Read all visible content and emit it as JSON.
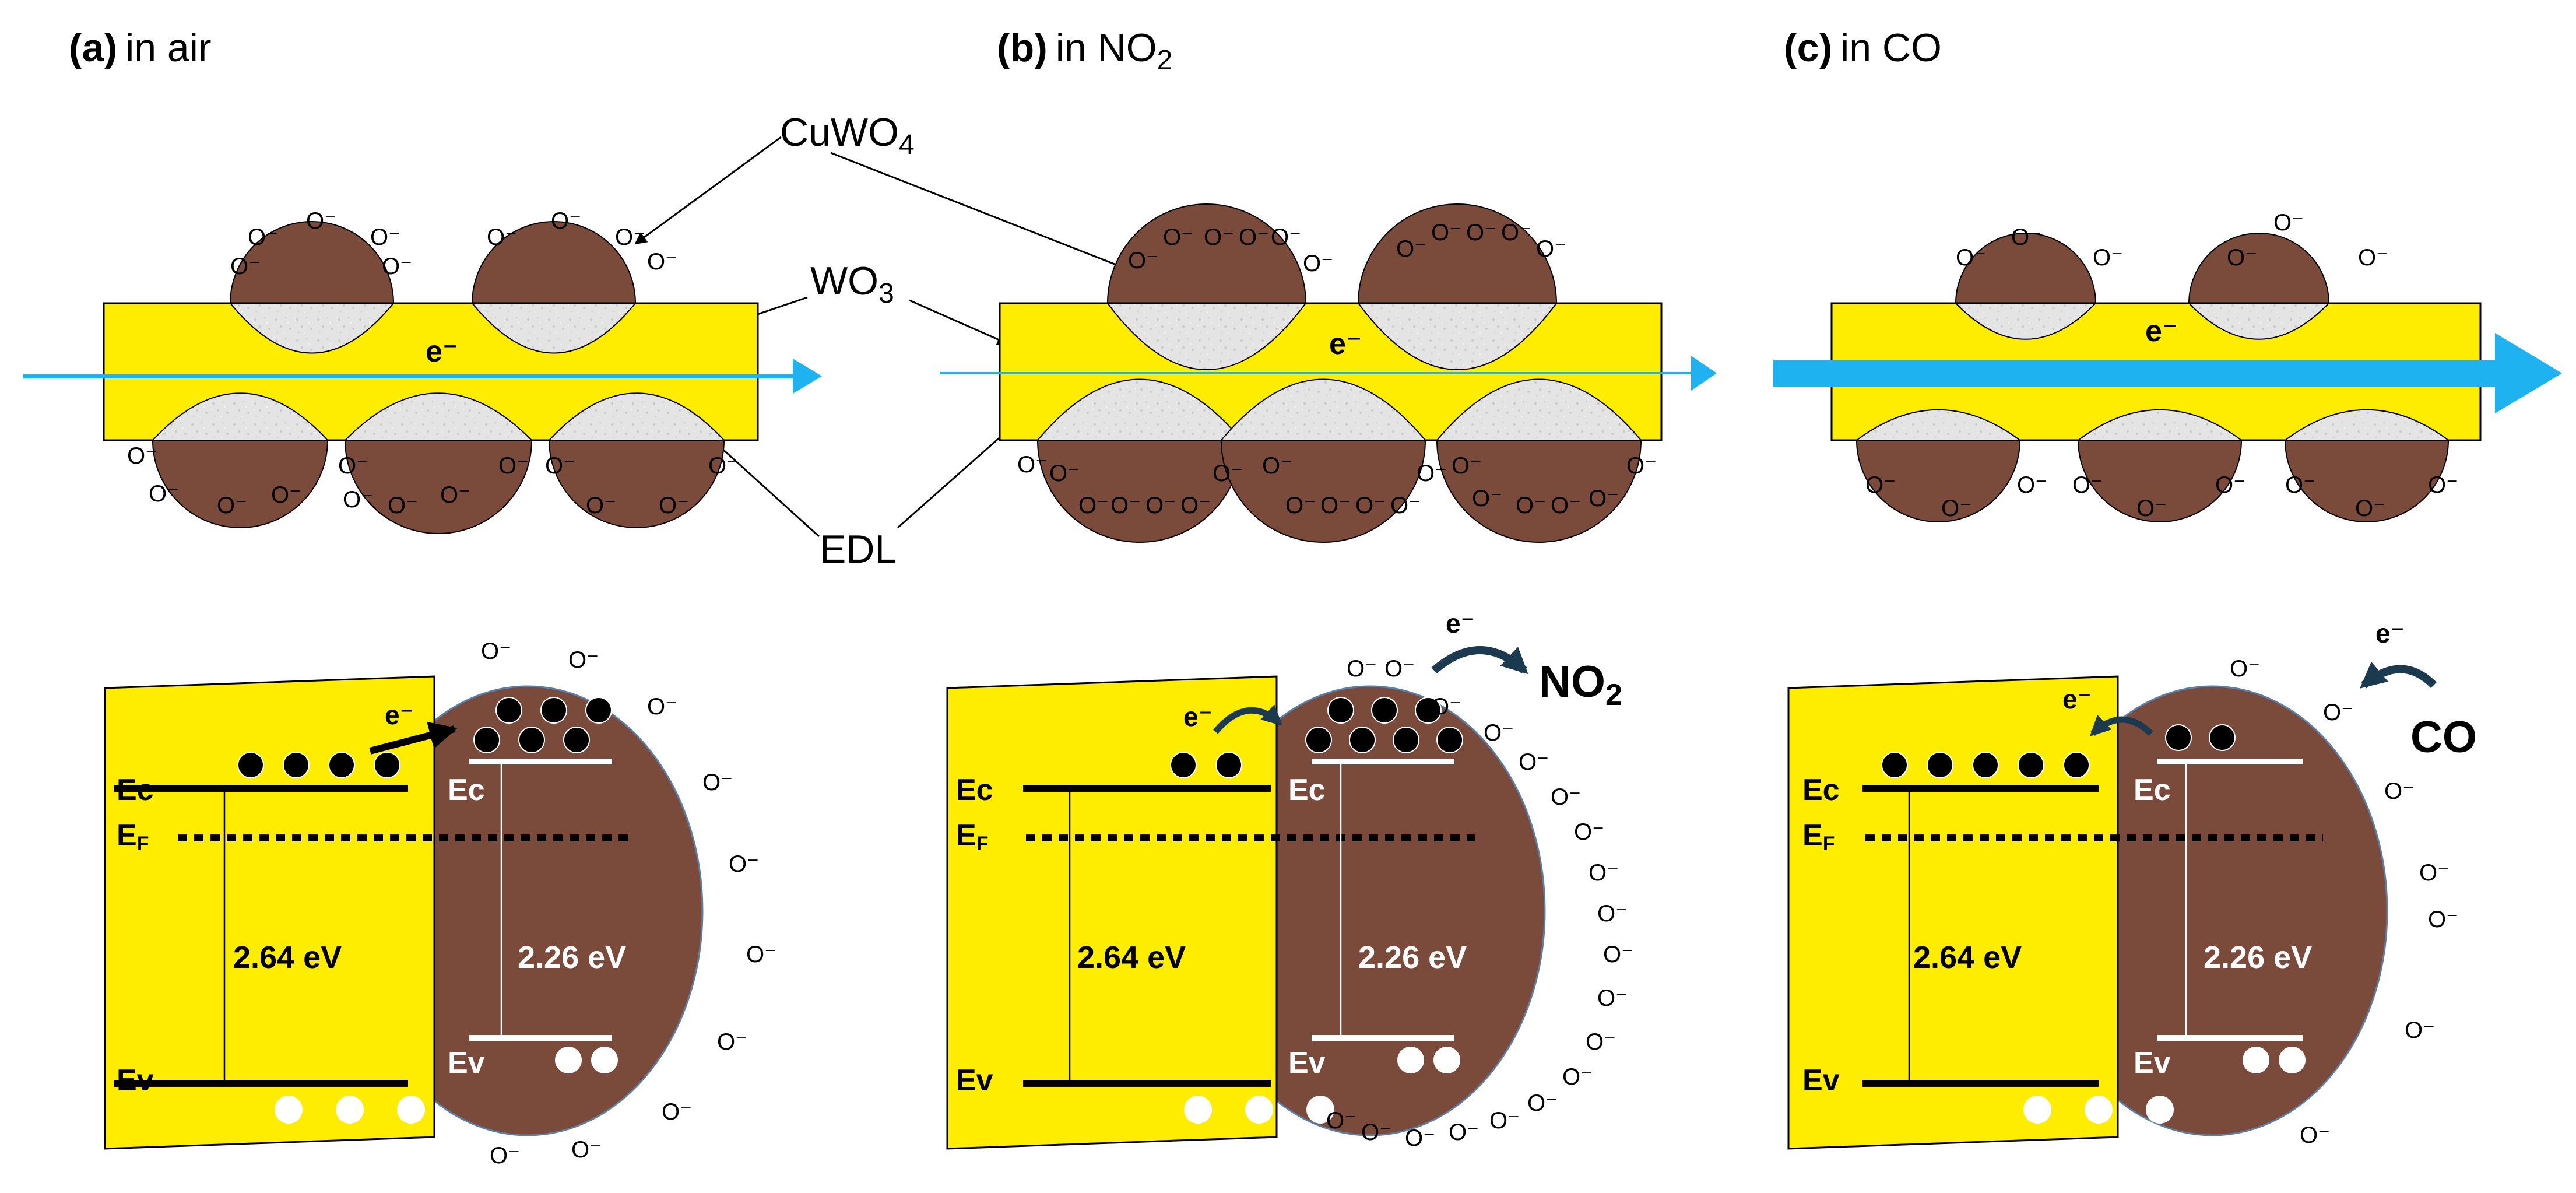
{
  "panels": [
    {
      "id": "a",
      "letter": "(a)",
      "condition": "in air",
      "electron_label": "e⁻",
      "band_left_gap": "2.64 eV",
      "band_right_gap": "2.26 eV",
      "transfer_arrow_label": "e⁻",
      "gas_label": ""
    },
    {
      "id": "b",
      "letter": "(b)",
      "condition": "in NO",
      "condition_sub": "2",
      "electron_label": "e⁻",
      "band_left_gap": "2.64 eV",
      "band_right_gap": "2.26 eV",
      "transfer_arrow_label": "e⁻",
      "gas_electron_label": "e⁻",
      "gas_label": "NO",
      "gas_sub": "2"
    },
    {
      "id": "c",
      "letter": "(c)",
      "condition": "in CO",
      "electron_label": "e⁻",
      "band_left_gap": "2.64 eV",
      "band_right_gap": "2.26 eV",
      "transfer_arrow_label": "e⁻",
      "gas_electron_label": "e⁻",
      "gas_label": "CO"
    }
  ],
  "callouts": {
    "cuwo4": "CuWO",
    "cuwo4_sub": "4",
    "wo3": "WO",
    "wo3_sub": "3",
    "edl": "EDL"
  },
  "band_labels": {
    "ec": "Ec",
    "ef": "E",
    "ef_sub": "F",
    "ev": "Ev"
  },
  "oxygen_ion": "O⁻",
  "colors": {
    "wo3_fill": "#ffed00",
    "cuwo4_fill": "#7a4a3a",
    "edl_fill": "#e6e6e6",
    "current_arrow": "#1fb2f0",
    "molecule_arrow": "#1b3a4f"
  }
}
